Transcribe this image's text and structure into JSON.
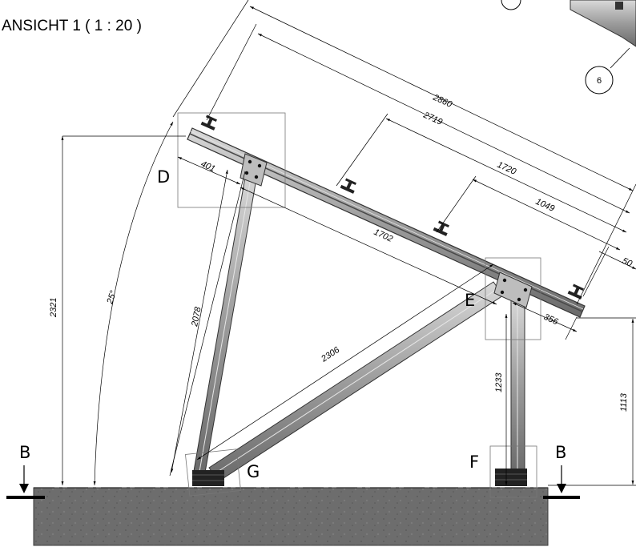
{
  "view_title": "ANSICHT 1 ( 1 : 20 )",
  "detail_labels": {
    "d": "D",
    "e": "E",
    "f": "F",
    "g": "G"
  },
  "section_markers": {
    "left": "B",
    "right": "B"
  },
  "callout": "6",
  "dimensions": {
    "d2860": "2860",
    "d2719": "2719",
    "d1720": "1720",
    "d1049": "1049",
    "d50": "50",
    "d401": "401",
    "d1702": "1702",
    "d356": "356",
    "d2321": "2321",
    "d25deg": "25°",
    "d2078": "2078",
    "d2306": "2306",
    "d1233": "1233",
    "d1113": "1113"
  },
  "colors": {
    "steel": "#a7a7a7",
    "steel_dark": "#6f6f6f",
    "concrete": "#6d6d6d",
    "pad": "#222222"
  }
}
